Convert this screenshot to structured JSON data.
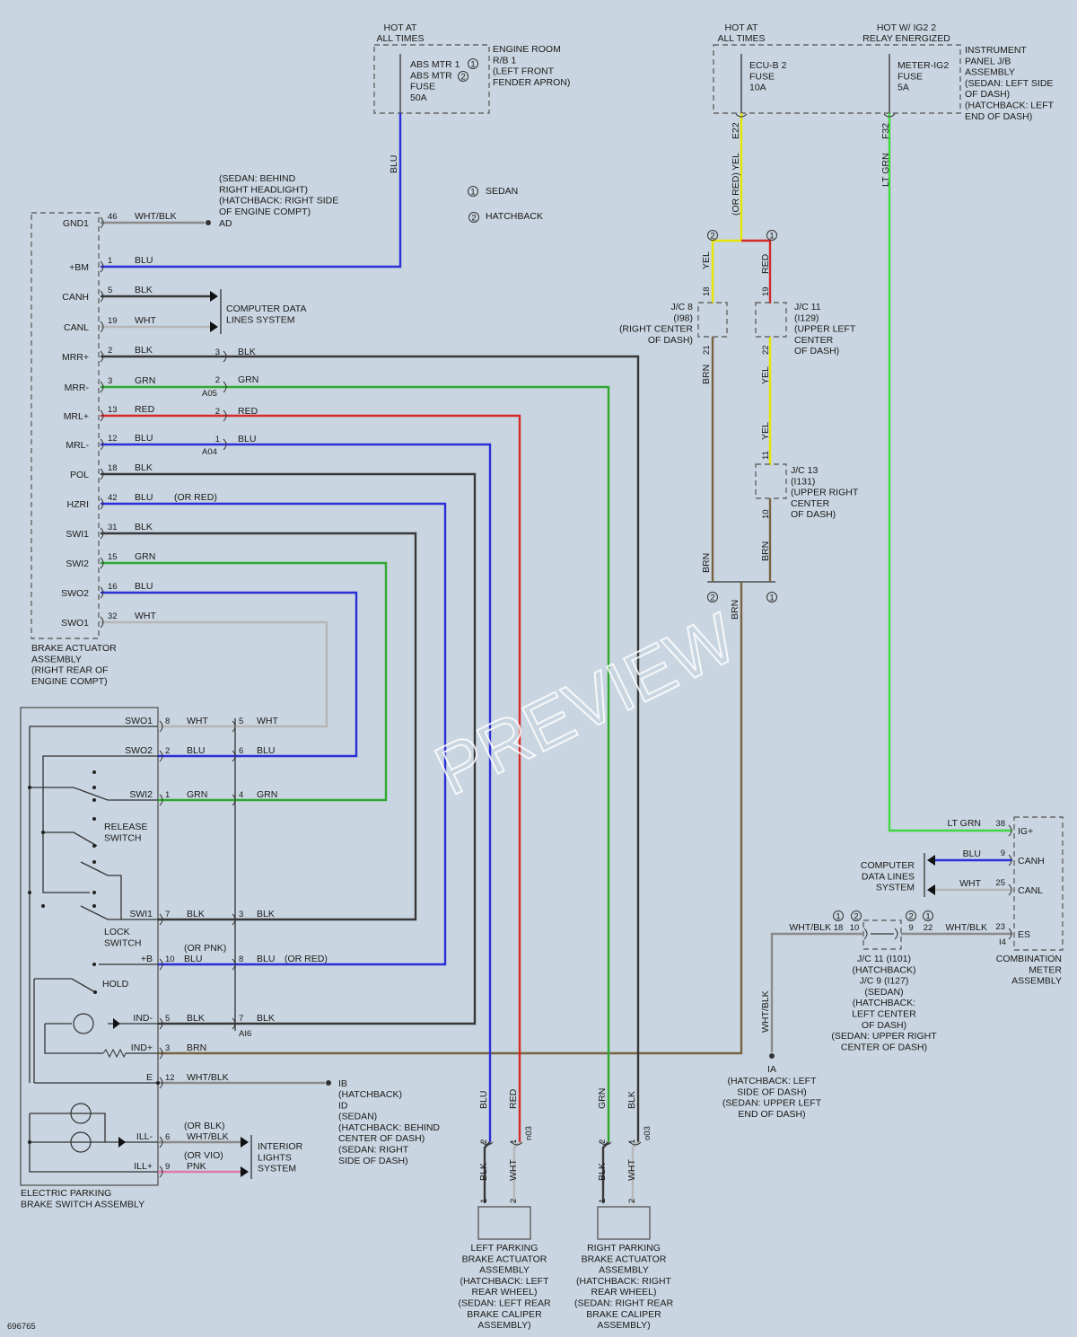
{
  "colors": {
    "BLK": "#383838",
    "BLU": "#2a2fd8",
    "GRN": "#2fa82f",
    "RED": "#d42a2a",
    "WHT": "#b6b6b6",
    "BRN": "#7a6440",
    "YEL": "#e6e600",
    "LTGRN": "#40d840",
    "WHTBLK": "#8a8a8a",
    "PNK": "#e07aa8"
  },
  "watermark": "PREVIEW",
  "doc_id": "696765",
  "legend": [
    {
      "num": "1",
      "label": "SEDAN"
    },
    {
      "num": "2",
      "label": "HATCHBACK"
    }
  ],
  "engine_room": {
    "hot": [
      "HOT AT",
      "ALL TIMES"
    ],
    "fuse": [
      "ABS MTR 1",
      "ABS MTR",
      "FUSE",
      "50A"
    ],
    "fuse_nums": [
      "1",
      "2"
    ],
    "label": [
      "ENGINE ROOM",
      "R/B 1",
      "(LEFT FRONT",
      "FENDER APRON)"
    ],
    "wire": "BLU"
  },
  "instrument_jb": {
    "hot1": [
      "HOT AT",
      "ALL TIMES"
    ],
    "hot2": [
      "HOT W/ IG2 2",
      "RELAY ENERGIZED"
    ],
    "fuse1": [
      "ECU-B 2",
      "FUSE",
      "10A"
    ],
    "fuse2": [
      "METER-IG2",
      "FUSE",
      "5A"
    ],
    "label": [
      "INSTRUMENT",
      "PANEL J/B",
      "ASSEMBLY",
      "(SEDAN: LEFT SIDE",
      "OF DASH)",
      "(HATCHBACK: LEFT",
      "END OF DASH)"
    ],
    "term1": "E22",
    "term2": "F32",
    "wire1": "YEL",
    "wire1_note": "(OR RED)",
    "wire2": "LT GRN"
  },
  "ground_ad": {
    "label": [
      "(SEDAN: BEHIND",
      "RIGHT HEADLIGHT)",
      "(HATCHBACK: RIGHT SIDE",
      "OF ENGINE COMPT)"
    ],
    "id": "AD"
  },
  "actuator": {
    "label": [
      "BRAKE ACTUATOR",
      "ASSEMBLY",
      "(RIGHT REAR OF",
      "ENGINE COMPT)"
    ],
    "pins": [
      {
        "name": "GND1",
        "pin": "46",
        "wire": "WHT/BLK"
      },
      {
        "name": "+BM",
        "pin": "1",
        "wire": "BLU"
      },
      {
        "name": "CANH",
        "pin": "5",
        "wire": "BLK"
      },
      {
        "name": "CANL",
        "pin": "19",
        "wire": "WHT"
      },
      {
        "name": "MRR+",
        "pin": "2",
        "wire": "BLK"
      },
      {
        "name": "MRR-",
        "pin": "3",
        "wire": "GRN"
      },
      {
        "name": "MRL+",
        "pin": "13",
        "wire": "RED"
      },
      {
        "name": "MRL-",
        "pin": "12",
        "wire": "BLU"
      },
      {
        "name": "POL",
        "pin": "18",
        "wire": "BLK"
      },
      {
        "name": "HZRI",
        "pin": "42",
        "wire": "BLU",
        "note": "(OR RED)"
      },
      {
        "name": "SWI1",
        "pin": "31",
        "wire": "BLK"
      },
      {
        "name": "SWI2",
        "pin": "15",
        "wire": "GRN"
      },
      {
        "name": "SWO2",
        "pin": "16",
        "wire": "BLU"
      },
      {
        "name": "SWO1",
        "pin": "32",
        "wire": "WHT"
      }
    ],
    "comp_data": [
      "COMPUTER DATA",
      "LINES SYSTEM"
    ],
    "conn_a05": "A05",
    "conn_a04": "A04",
    "a05_pins": [
      {
        "pin": "3",
        "wire": "BLK"
      },
      {
        "pin": "2",
        "wire": "GRN"
      }
    ],
    "a04_pins": [
      {
        "pin": "2",
        "wire": "RED"
      },
      {
        "pin": "1",
        "wire": "BLU"
      }
    ]
  },
  "jc_left": {
    "nums": [
      "2",
      "1"
    ],
    "jc8": {
      "label": [
        "J/C 8",
        "(I98)",
        "(RIGHT CENTER",
        "OF DASH)"
      ],
      "pin_top": "18",
      "pin_bot": "21",
      "wire_top": "YEL",
      "wire_bot": "BRN"
    },
    "jc11": {
      "label": [
        "J/C 11",
        "(I129)",
        "(UPPER LEFT",
        "CENTER",
        "OF DASH)"
      ],
      "pin_top": "19",
      "pin_bot": "22",
      "wire_top": "RED",
      "wire_bot": "YEL"
    },
    "jc13": {
      "label": [
        "J/C 13",
        "(I131)",
        "(UPPER RIGHT",
        "CENTER",
        "OF DASH)"
      ],
      "pin_top": "11",
      "pin_bot": "10",
      "wire_top": "YEL",
      "wire_bot": "BRN"
    },
    "wire_left_bot": "BRN",
    "wire_out": "BRN"
  },
  "switch": {
    "label": [
      "ELECTRIC PARKING",
      "BRAKE SWITCH ASSEMBLY"
    ],
    "release": [
      "RELEASE",
      "SWITCH"
    ],
    "lock": [
      "LOCK",
      "SWITCH"
    ],
    "hold": "HOLD",
    "pins": [
      {
        "name": "SWO1",
        "pin": "8",
        "wire": "WHT",
        "pin2": "5",
        "wire2": "WHT"
      },
      {
        "name": "SWO2",
        "pin": "2",
        "wire": "BLU",
        "pin2": "6",
        "wire2": "BLU"
      },
      {
        "name": "SWI2",
        "pin": "1",
        "wire": "GRN",
        "pin2": "4",
        "wire2": "GRN"
      },
      {
        "name": "SWI1",
        "pin": "7",
        "wire": "BLK",
        "pin2": "3",
        "wire2": "BLK"
      },
      {
        "name": "+B",
        "pin": "10",
        "wire": "BLU",
        "pre": "(OR PNK)",
        "pin2": "8",
        "wire2": "BLU",
        "post": "(OR RED)"
      },
      {
        "name": "IND-",
        "pin": "5",
        "wire": "BLK",
        "pin2": "7",
        "wire2": "BLK"
      },
      {
        "name": "IND+",
        "pin": "3",
        "wire": "BRN"
      },
      {
        "name": "E",
        "pin": "12",
        "wire": "WHT/BLK"
      },
      {
        "name": "ILL-",
        "pin": "6",
        "wire": "WHT/BLK",
        "pre": "(OR BLK)"
      },
      {
        "name": "ILL+",
        "pin": "9",
        "wire": "PNK",
        "pre": "(OR VIO)"
      }
    ],
    "conn": "AI6",
    "interior": [
      "INTERIOR",
      "LIGHTS",
      "SYSTEM"
    ],
    "ground_ib": {
      "id": "IB",
      "label": [
        "(HATCHBACK)",
        "ID",
        "(SEDAN)",
        "(HATCHBACK: BEHIND",
        "CENTER OF DASH)",
        "(SEDAN: RIGHT",
        "SIDE OF DASH)"
      ]
    }
  },
  "left_pba": {
    "conn": "n03",
    "pins": [
      "2",
      "1"
    ],
    "wires_top": [
      "BLU",
      "RED"
    ],
    "wires_bot": [
      "BLK",
      "WHT"
    ],
    "motor_pins": [
      "1",
      "2"
    ],
    "label": [
      "LEFT PARKING",
      "BRAKE ACTUATOR",
      "ASSEMBLY",
      "(HATCHBACK: LEFT",
      "REAR WHEEL)",
      "(SEDAN: LEFT REAR",
      "BRAKE CALIPER",
      "ASSEMBLY)"
    ]
  },
  "right_pba": {
    "conn": "o03",
    "pins": [
      "2",
      "1"
    ],
    "wires_top": [
      "GRN",
      "BLK"
    ],
    "wires_bot": [
      "BLK",
      "WHT"
    ],
    "motor_pins": [
      "1",
      "2"
    ],
    "label": [
      "RIGHT PARKING",
      "BRAKE ACTUATOR",
      "ASSEMBLY",
      "(HATCHBACK: RIGHT",
      "REAR WHEEL)",
      "(SEDAN: RIGHT REAR",
      "BRAKE CALIPER",
      "ASSEMBLY)"
    ]
  },
  "meter": {
    "label": [
      "COMBINATION",
      "METER",
      "ASSEMBLY"
    ],
    "pins": [
      {
        "name": "IG+",
        "pin": "38",
        "wire": "LT GRN"
      },
      {
        "name": "CANH",
        "pin": "9",
        "wire": "BLU"
      },
      {
        "name": "CANL",
        "pin": "25",
        "wire": "WHT"
      },
      {
        "name": "ES",
        "pin": "23",
        "wire": "WHT/BLK"
      }
    ],
    "conn": "I4",
    "comp_data": [
      "COMPUTER",
      "DATA LINES",
      "SYSTEM"
    ]
  },
  "jc_bottom": {
    "nums_left": [
      "1",
      "2"
    ],
    "pins_left": [
      "18",
      "10"
    ],
    "nums_right": [
      "2",
      "1"
    ],
    "pins_right": [
      "9",
      "22"
    ],
    "wire_left": "WHT/BLK",
    "label": [
      "J/C 11 (I101)",
      "(HATCHBACK)",
      "J/C 9 (I127)",
      "(SEDAN)",
      "(HATCHBACK:",
      "LEFT CENTER",
      "OF DASH)",
      "(SEDAN: UPPER RIGHT",
      "CENTER OF DASH)"
    ]
  },
  "ground_ia": {
    "id": "IA",
    "wire": "WHT/BLK",
    "label": [
      "(HATCHBACK: LEFT",
      "SIDE OF DASH)",
      "(SEDAN: UPPER LEFT",
      "END OF DASH)"
    ]
  }
}
